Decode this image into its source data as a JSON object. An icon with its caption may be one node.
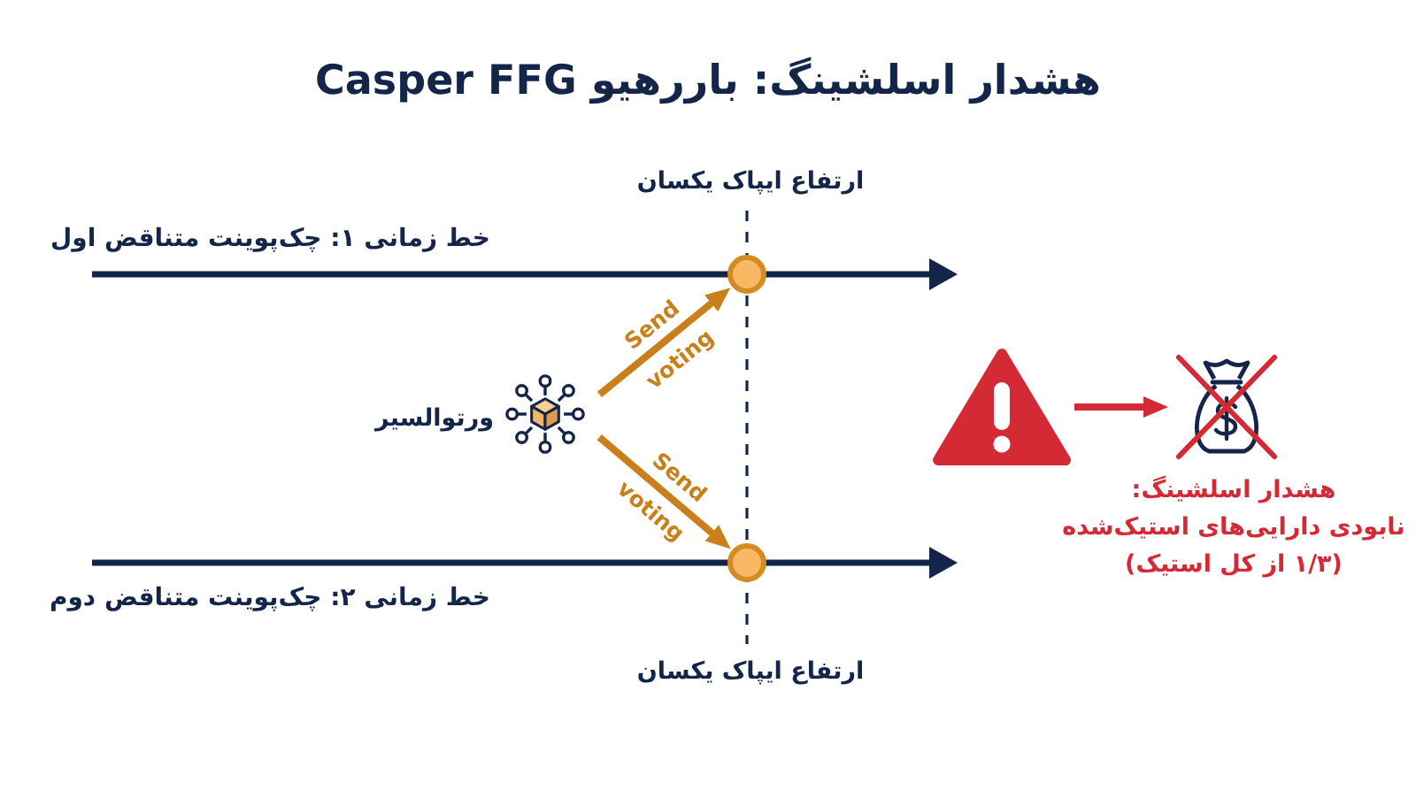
{
  "diagram": {
    "title": "هشدار اسلشینگ: باررهیو Casper FFG",
    "nodes": [
      {
        "text": [],
        "shape": "circle"
      },
      {
        "text": [],
        "shape": "picture",
        "beside": [
          "ورتوالسیر"
        ]
      },
      {
        "text": [],
        "shape": "triangle"
      },
      {
        "text": [],
        "shape": "picture",
        "beside": [
          "هشدار اسلشینگ:",
          "نابودی دارایی‌های استیک‌شده (۱/۳ از کل استیک)"
        ]
      },
      {
        "text": [],
        "shape": "circle"
      }
    ],
    "edges": [
      {
        "from": 1,
        "to": 0,
        "arrow": "to",
        "label": "Send voting"
      },
      {
        "from": 1,
        "to": 4,
        "arrow": "to",
        "label": "Send voting"
      },
      {
        "from": 2,
        "to": 3,
        "arrow": "to",
        "color": "#d42a35"
      }
    ],
    "labels": [
      "ارتفاع ایپاک یکسان",
      "خط زمانی ۱: چک‌پوینت متناقض اول",
      "خط زمانی ۲: چک‌پوینت متناقض دوم",
      "ارتفاع ایپاک یکسان"
    ]
  }
}
